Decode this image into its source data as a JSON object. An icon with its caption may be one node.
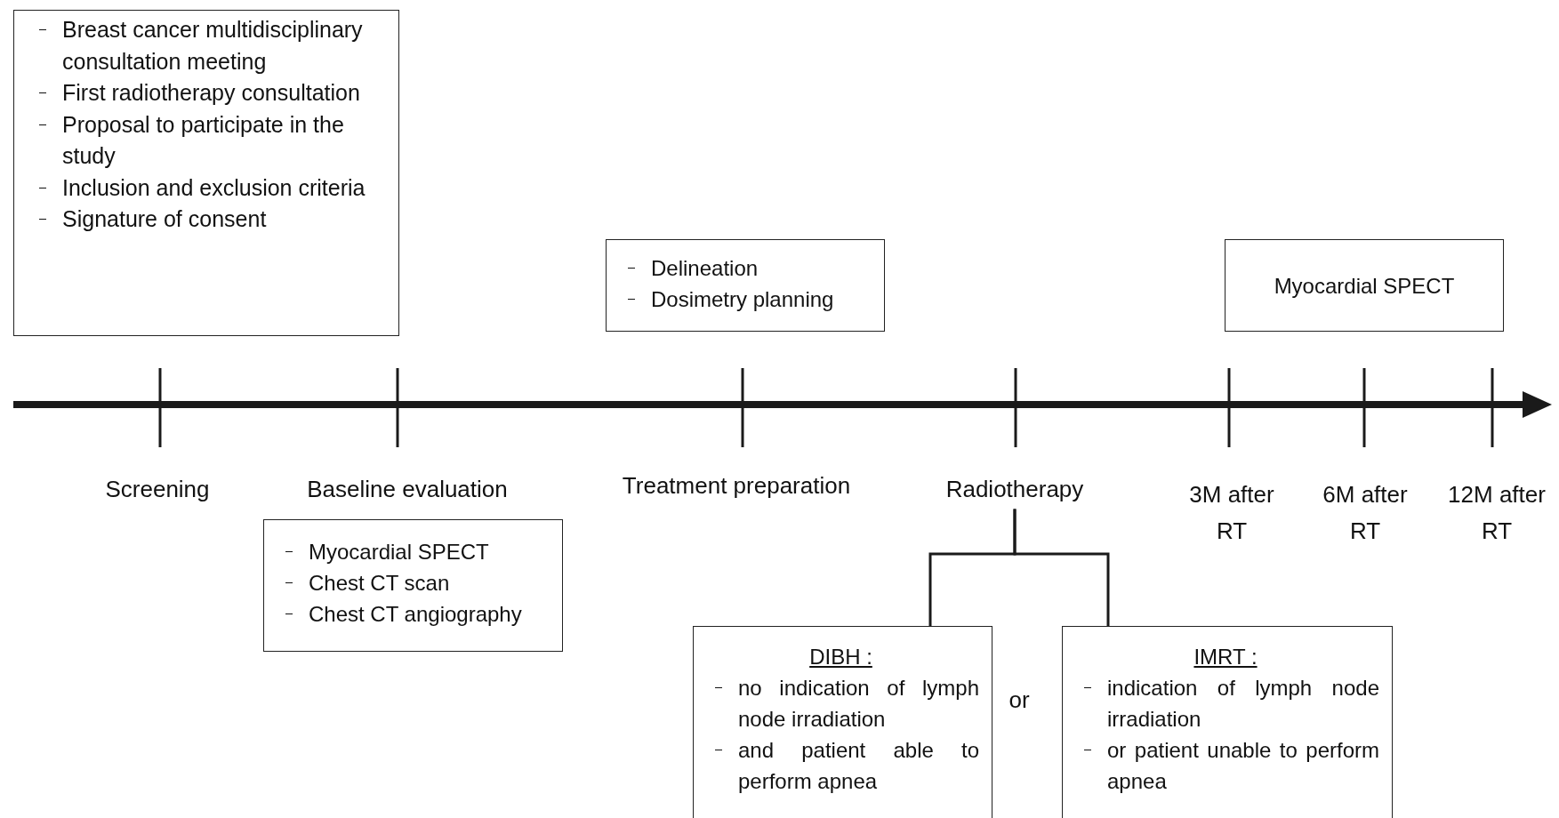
{
  "diagram": {
    "nodes": [
      {
        "text": [
          "Breast cancer multidisciplinary consultation meeting",
          "First radiotherapy consultation",
          "Proposal to participate in the study",
          "Inclusion and exclusion criteria",
          "Signature of consent"
        ]
      },
      {
        "text": [
          "Delineation",
          "Dosimetry planning"
        ]
      },
      {
        "text": [
          "Myocardial SPECT"
        ]
      },
      {
        "text": [
          "Radiotherapy"
        ]
      },
      {
        "text": [
          "Myocardial SPECT",
          "Chest CT scan",
          "Chest CT angiography"
        ]
      },
      {
        "text": [
          "DIBH :",
          "no indication of lymph node irradiation",
          "and patient able to perform apnea"
        ]
      },
      {
        "text": [
          "IMRT :",
          "indication of lymph node irradiation",
          "or patient unable to perform apnea"
        ]
      }
    ],
    "edges": [
      {
        "from": 3,
        "to": 5,
        "arrow": "none"
      },
      {
        "from": 3,
        "to": 6,
        "arrow": "none"
      }
    ],
    "labels": [
      "Screening",
      "Baseline evaluation",
      "Treatment preparation",
      "3M after RT",
      "6M after RT",
      "12M after RT",
      "or"
    ]
  }
}
